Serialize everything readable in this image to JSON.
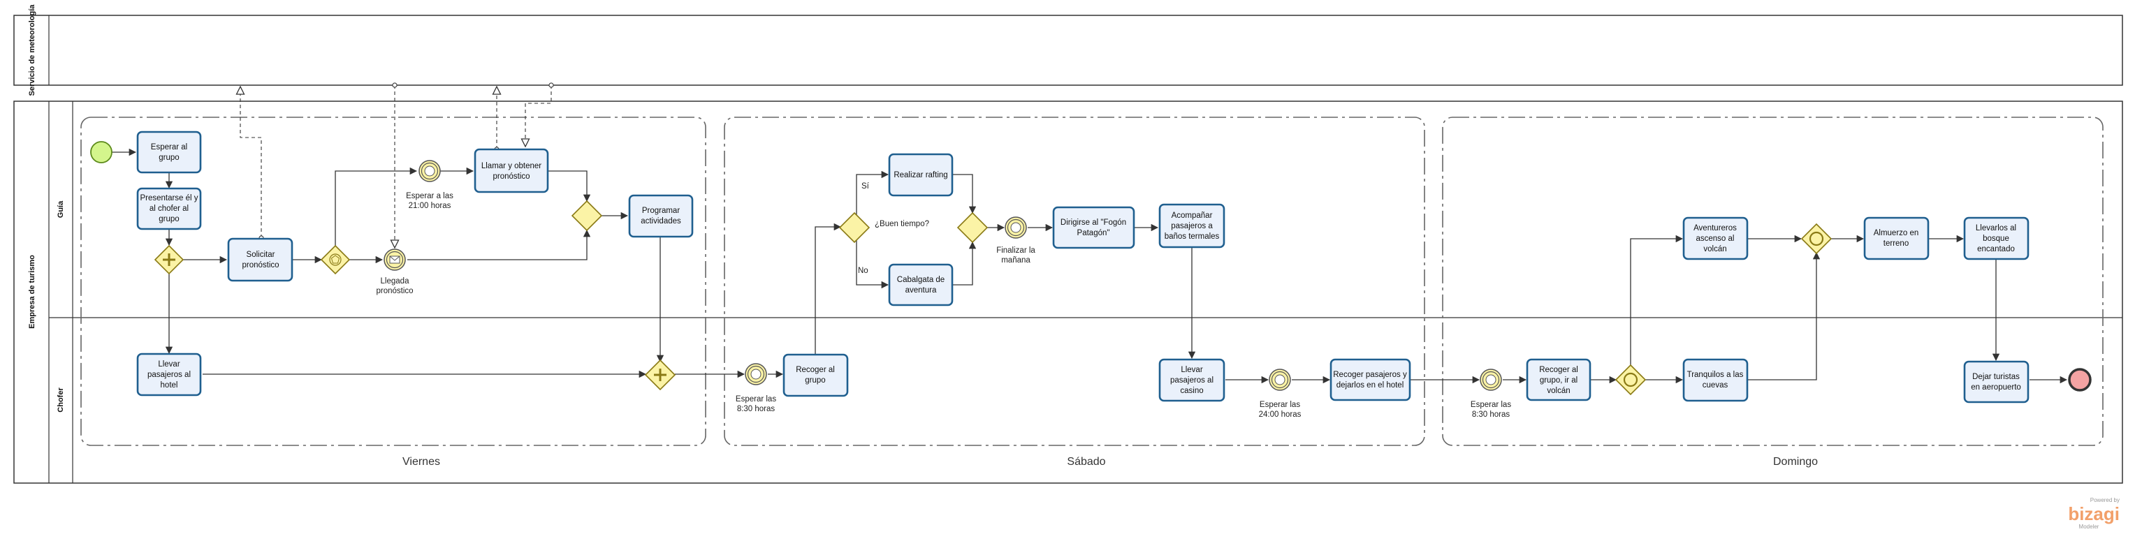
{
  "pools": {
    "meteorologia": {
      "label": "Servicio de meteorología"
    },
    "empresa": {
      "label": "Empresa de turismo",
      "lanes": {
        "guia": "Guía",
        "chofer": "Chofer"
      }
    }
  },
  "groups": {
    "viernes": "Viernes",
    "sabado": "Sábado",
    "domingo": "Domingo"
  },
  "tasks": {
    "esperar_grupo": [
      "Esperar al",
      "grupo"
    ],
    "presentarse": [
      "Presentarse él y",
      "al chofer al",
      "grupo"
    ],
    "solicitar_pronostico": [
      "Solicitar",
      "pronóstico"
    ],
    "llamar_pronostico": [
      "Llamar y obtener",
      "pronóstico"
    ],
    "programar_actividades": [
      "Programar",
      "actividades"
    ],
    "llevar_hotel": [
      "Llevar",
      "pasajeros al",
      "hotel"
    ],
    "recoger_grupo": [
      "Recoger al",
      "grupo"
    ],
    "realizar_rafting": [
      "Realizar rafting"
    ],
    "cabalgata": [
      "Cabalgata de",
      "aventura"
    ],
    "dirigirse_fogon": [
      "Dirigirse al \"Fogón",
      "Patagón\""
    ],
    "acompanar_banos": [
      "Acompañar",
      "pasajeros a",
      "baños termales"
    ],
    "llevar_casino": [
      "Llevar",
      "pasajeros al",
      "casino"
    ],
    "recoger_hotel": [
      "Recoger pasajeros y",
      "dejarlos en el hotel"
    ],
    "recoger_volcan": [
      "Recoger al",
      "grupo, ir al",
      "volcán"
    ],
    "aventureros_volcan": [
      "Aventureros",
      "ascenso al",
      "volcán"
    ],
    "tranquilos_cuevas": [
      "Tranquilos a las",
      "cuevas"
    ],
    "almuerzo": [
      "Almuerzo en",
      "terreno"
    ],
    "llevarlos_bosque": [
      "Llevarlos al",
      "bosque",
      "encantado"
    ],
    "dejar_aeropuerto": [
      "Dejar turistas",
      "en aeropuerto"
    ]
  },
  "events": {
    "esperar_2100": [
      "Esperar a las",
      "21:00 horas"
    ],
    "llegada_pronostico": [
      "Llegada",
      "pronóstico"
    ],
    "finalizar_manana": [
      "Finalizar la",
      "mañana"
    ],
    "esperar_830_sab": [
      "Esperar las",
      "8:30 horas"
    ],
    "esperar_2400": [
      "Esperar las",
      "24:00 horas"
    ],
    "esperar_830_dom": [
      "Esperar las",
      "8:30 horas"
    ]
  },
  "gateway_labels": {
    "buen_tiempo": "¿Buen tiempo?",
    "si": "Sí",
    "no": "No"
  },
  "branding": {
    "powered_by": "Powered by",
    "name": "bizagi",
    "edition": "Modeler"
  },
  "colors": {
    "task_fill": "#eaf1fb",
    "task_stroke": "#1f5f8f",
    "gateway_fill": "#fbf3a6",
    "start_fill": "#d4f58c",
    "end_fill": "#f4a3a3",
    "brand": "#f2a06a"
  }
}
